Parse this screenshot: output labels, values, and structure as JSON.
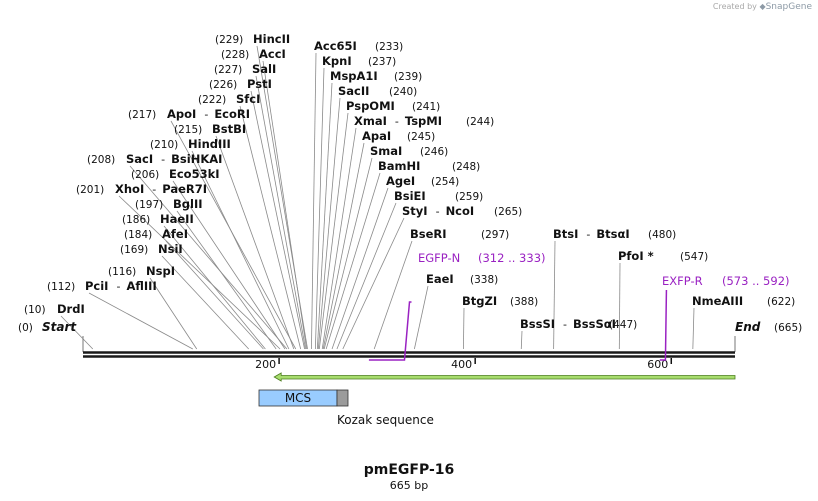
{
  "credit": {
    "prefix": "Created by",
    "brand": "SnapGene"
  },
  "title": "pmEGFP-16",
  "subtitle": "665 bp",
  "sequence_length": 665,
  "axis_ticks": [
    200,
    400,
    600
  ],
  "ends": [
    {
      "name": "Start",
      "pos": "(0)",
      "bp": 0,
      "side": "left"
    },
    {
      "name": "End",
      "pos": "(665)",
      "bp": 665,
      "side": "right"
    }
  ],
  "sites": [
    {
      "bp": 10,
      "label": "DrdI",
      "pos": "(10)",
      "side": "left"
    },
    {
      "bp": 112,
      "label": "PciI",
      "label2": "AflIII",
      "pos": "(112)",
      "side": "left"
    },
    {
      "bp": 116,
      "label": "NspI",
      "pos": "(116)",
      "side": "left"
    },
    {
      "bp": 169,
      "label": "NsiI",
      "pos": "(169)",
      "side": "left"
    },
    {
      "bp": 184,
      "label": "AfeI",
      "pos": "(184)",
      "side": "left"
    },
    {
      "bp": 186,
      "label": "HaeII",
      "pos": "(186)",
      "side": "left"
    },
    {
      "bp": 197,
      "label": "BglII",
      "pos": "(197)",
      "side": "left"
    },
    {
      "bp": 201,
      "label": "XhoI",
      "label2": "PaeR7I",
      "pos": "(201)",
      "side": "left"
    },
    {
      "bp": 206,
      "label": "Eco53kI",
      "pos": "(206)",
      "side": "left"
    },
    {
      "bp": 208,
      "label": "SacI",
      "label2": "BsiHKAI",
      "pos": "(208)",
      "side": "left"
    },
    {
      "bp": 210,
      "label": "HindIII",
      "pos": "(210)",
      "side": "left"
    },
    {
      "bp": 215,
      "label": "BstBI",
      "pos": "(215)",
      "side": "left"
    },
    {
      "bp": 217,
      "label": "ApoI",
      "label2": "EcoRI",
      "pos": "(217)",
      "side": "left"
    },
    {
      "bp": 222,
      "label": "SfcI",
      "pos": "(222)",
      "side": "left"
    },
    {
      "bp": 226,
      "label": "PstI",
      "pos": "(226)",
      "side": "left"
    },
    {
      "bp": 227,
      "label": "SalI",
      "pos": "(227)",
      "side": "left"
    },
    {
      "bp": 228,
      "label": "AccI",
      "pos": "(228)",
      "side": "left"
    },
    {
      "bp": 229,
      "label": "HincII",
      "pos": "(229)",
      "side": "left"
    },
    {
      "bp": 233,
      "label": "Acc65I",
      "pos": "(233)",
      "side": "right"
    },
    {
      "bp": 237,
      "label": "KpnI",
      "pos": "(237)",
      "side": "right"
    },
    {
      "bp": 239,
      "label": "MspA1I",
      "pos": "(239)",
      "side": "right"
    },
    {
      "bp": 240,
      "label": "SacII",
      "pos": "(240)",
      "side": "right"
    },
    {
      "bp": 241,
      "label": "PspOMI",
      "pos": "(241)",
      "side": "right"
    },
    {
      "bp": 244,
      "label": "XmaI",
      "label2": "TspMI",
      "pos": "(244)",
      "side": "right"
    },
    {
      "bp": 245,
      "label": "ApaI",
      "pos": "(245)",
      "side": "right"
    },
    {
      "bp": 246,
      "label": "SmaI",
      "pos": "(246)",
      "side": "right"
    },
    {
      "bp": 248,
      "label": "BamHI",
      "pos": "(248)",
      "side": "right"
    },
    {
      "bp": 254,
      "label": "AgeI",
      "pos": "(254)",
      "side": "right"
    },
    {
      "bp": 259,
      "label": "BsiEI",
      "pos": "(259)",
      "side": "right"
    },
    {
      "bp": 265,
      "label": "StyI",
      "label2": "NcoI",
      "pos": "(265)",
      "side": "right"
    },
    {
      "bp": 297,
      "label": "BseRI",
      "pos": "(297)",
      "side": "right"
    },
    {
      "bp": 338,
      "label": "EaeI",
      "pos": "(338)",
      "side": "right"
    },
    {
      "bp": 388,
      "label": "BtgZI",
      "pos": "(388)",
      "side": "right"
    },
    {
      "bp": 447,
      "label": "BssSI",
      "label2": "BssSαI",
      "pos": "(447)",
      "side": "right"
    },
    {
      "bp": 480,
      "label": "BtsI",
      "label2": "BtsαI",
      "pos": "(480)",
      "side": "right"
    },
    {
      "bp": 547,
      "label": "PfoI *",
      "pos": "(547)",
      "side": "right"
    },
    {
      "bp": 622,
      "label": "NmeAIII",
      "pos": "(622)",
      "side": "right"
    }
  ],
  "primers": [
    {
      "name": "EGFP-N",
      "range": "(312 .. 333)",
      "start": 312,
      "end": 333,
      "color": "#9a22c2"
    },
    {
      "name": "EXFP-R",
      "range": "(573 .. 592)",
      "start": 573,
      "end": 592,
      "color": "#9a22c2"
    }
  ],
  "features": [
    {
      "name": "MCS",
      "start": 180,
      "end": 258,
      "color": "#99ccff",
      "show_label": true
    },
    {
      "name": "Kozak sequence",
      "start": 258,
      "end": 269,
      "color": "#9b9b9b",
      "show_label": true
    },
    {
      "name": "EGFP",
      "start": 195,
      "end": 665,
      "color": "#a8dd6e",
      "direction": "reverse",
      "show_label": false
    }
  ],
  "colors": {
    "backbone": "#1a1a1a",
    "primer": "#9a22c2",
    "arrow": "#a8dd6e",
    "arrow_stroke": "#4b7d1e"
  }
}
